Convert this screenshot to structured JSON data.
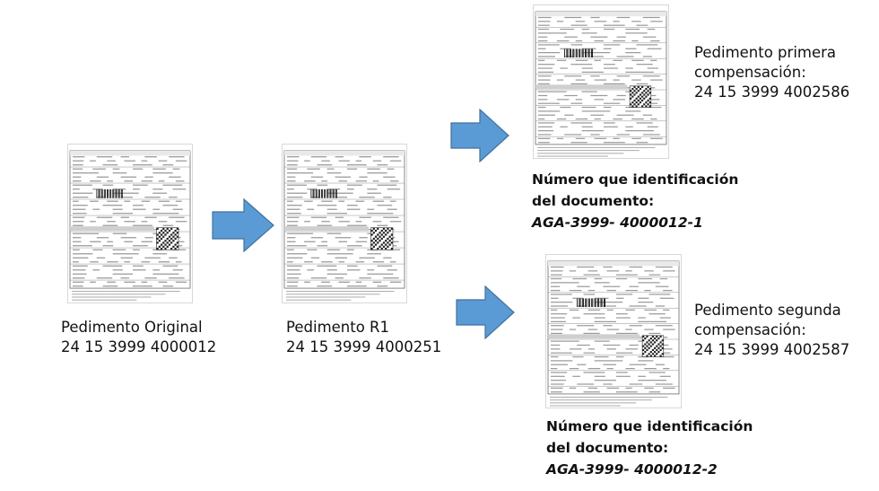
{
  "colors": {
    "arrow_fill": "#5b9bd5",
    "arrow_stroke": "#41719c",
    "text": "#111111"
  },
  "documents": {
    "original": {
      "title": "Pedimento Original",
      "number": "24 15 3999 4000012"
    },
    "r1": {
      "title": "Pedimento R1",
      "number": "24 15 3999 4000251"
    },
    "primera": {
      "title_line1": "Pedimento primera",
      "title_line2": "compensación:",
      "number": "24 15 3999 4002586"
    },
    "segunda": {
      "title_line1": "Pedimento segunda",
      "title_line2": "compensación:",
      "number": "24 15 3999 4002587"
    }
  },
  "identificacion": {
    "primera": {
      "line1": "Número que identificación",
      "line2": "del documento:",
      "code": "AGA-3999- 4000012-1"
    },
    "segunda": {
      "line1": "Número que identificación",
      "line2": "del documento:",
      "code": "AGA-3999- 4000012-2"
    }
  }
}
